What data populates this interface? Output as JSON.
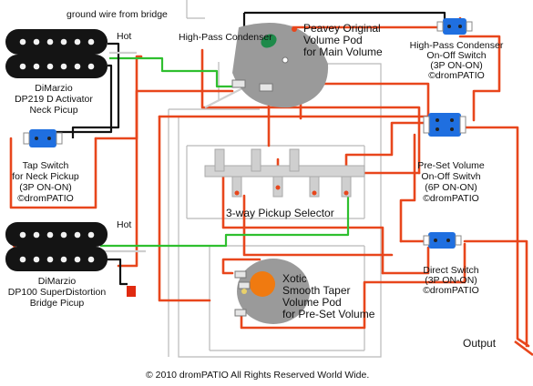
{
  "labels": {
    "ground_wire": "ground wire from bridge",
    "hp_condenser": "High-Pass Condenser",
    "vol_pod": [
      "Peavey Original",
      "Volume Pod",
      "for Main Volume"
    ],
    "hp_switch": [
      "High-Pass Condenser",
      "On-Off Switch",
      "(3P ON-ON)",
      "©dromPATIO"
    ],
    "neck_hot": "Hot",
    "neck_pickup": [
      "DiMarzio",
      "DP219 D Activator",
      "Neck Picup"
    ],
    "tap_switch": [
      "Tap Switch",
      "for Neck Pickup",
      "(3P ON-ON)",
      "©dromPATIO"
    ],
    "preset_switch": [
      "Pre-Set Volume",
      "On-Off Switvh",
      "(6P ON-ON)",
      "©dromPATIO"
    ],
    "selector": "3-way Pickup Selector",
    "bridge_hot": "Hot",
    "bridge_pickup": [
      "DiMarzio",
      "DP100 SuperDistortion",
      "Bridge Picup"
    ],
    "direct_switch": [
      "Direct Switch",
      "(3P ON-ON)",
      "©dromPATIO"
    ],
    "xotic_pod": [
      "Xotic",
      "Smooth Taper",
      "Volume Pod",
      "for Pre-Set Volume"
    ],
    "output": "Output",
    "copyright": "© 2010 dromPATIO All Rights Reserved World Wide."
  },
  "colors": {
    "wire_red": "#e8461c",
    "wire_green": "#2fbf2f",
    "wire_black": "#111111",
    "wire_white": "#cfcfcf",
    "switch_blue": "#1f6fe0",
    "pot_gray": "#9a9a9a",
    "xotic_orange": "#f07a10",
    "condenser_green": "#1e8a4a",
    "pickup_black": "#141414"
  },
  "icons": [
    "humbucker-pickup-icon",
    "mini-toggle-switch-icon",
    "potentiometer-icon",
    "capacitor-icon",
    "blade-selector-icon",
    "output-jack-icon"
  ]
}
